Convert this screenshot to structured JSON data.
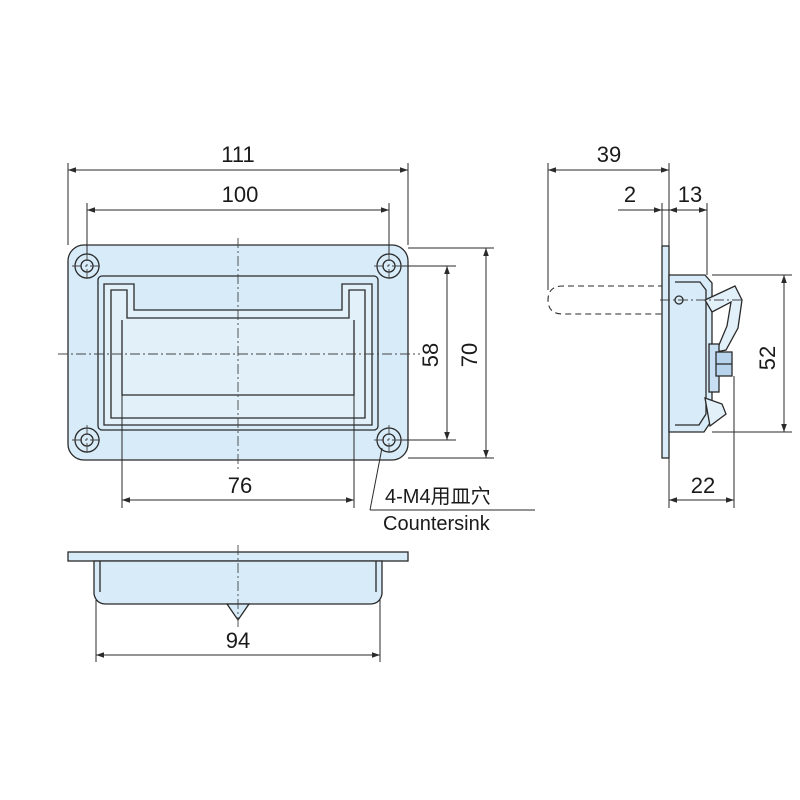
{
  "colors": {
    "part_fill": "#d8ebf8",
    "part_inner": "#c2dcf0",
    "line": "#2a2a2a"
  },
  "dimensions": {
    "overall_width": "111",
    "hole_pitch_width": "100",
    "hole_pitch_height": "58",
    "overall_height": "70",
    "handle_width": "76",
    "bottom_width": "94",
    "side_depth": "39",
    "plate_thickness": "2",
    "handle_offset": "13",
    "side_height": "52",
    "side_projection": "22"
  },
  "notes": {
    "hole_spec": "4-M4用皿穴",
    "hole_spec_en": "Countersink"
  }
}
